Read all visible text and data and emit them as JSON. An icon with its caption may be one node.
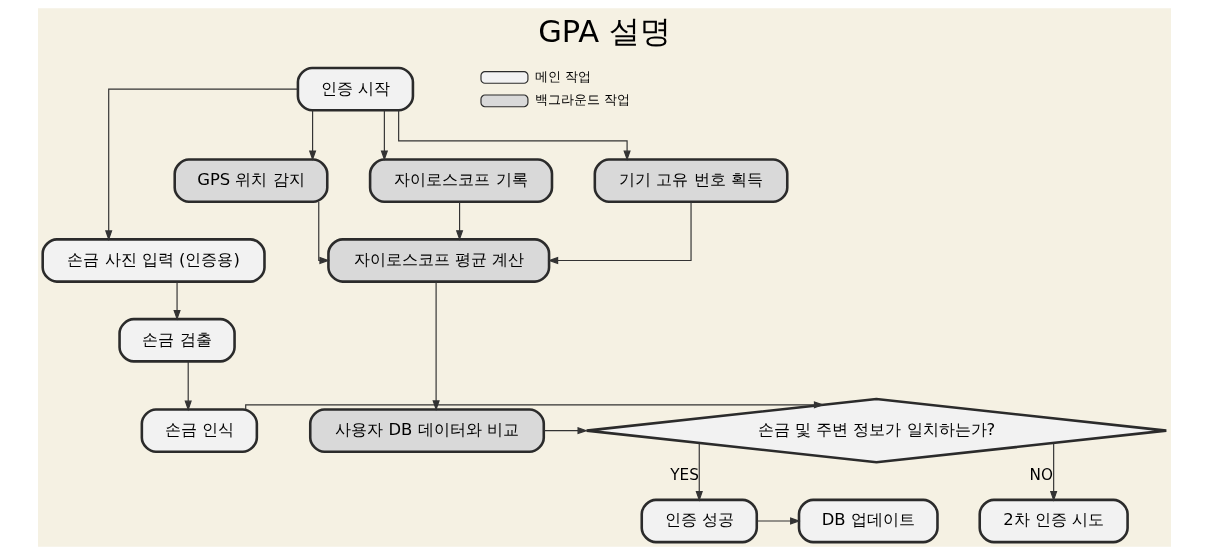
{
  "diagram": {
    "title": "GPA 설명",
    "nodes": [
      {
        "text": [
          "인증 시작"
        ]
      },
      {
        "text": [
          "손금 사진 입력 (인증용)"
        ]
      },
      {
        "text": [
          "손금 검출"
        ]
      },
      {
        "text": [
          "손금 인식"
        ]
      },
      {
        "text": [
          "GPS 위치 감지"
        ]
      },
      {
        "text": [
          "자이로스코프 기록"
        ]
      },
      {
        "text": [
          "기기 고유 번호 획득"
        ]
      },
      {
        "text": [
          "자이로스코프 평균 계산"
        ]
      },
      {
        "text": [
          "사용자 DB 데이터와 비교"
        ]
      },
      {
        "text": [
          "손금 및 주변 정보가 일치하는가?"
        ]
      },
      {
        "text": [
          "DB 업데이트"
        ]
      },
      {
        "text": [
          "인증 성공"
        ]
      },
      {
        "text": [
          "2차 인증 시도"
        ]
      }
    ],
    "edges": [
      {
        "from": 0,
        "to": 1,
        "arrow": "to"
      },
      {
        "from": 0,
        "to": 4,
        "arrow": "to"
      },
      {
        "from": 0,
        "to": 5,
        "arrow": "to"
      },
      {
        "from": 0,
        "to": 6,
        "arrow": "to"
      },
      {
        "from": 1,
        "to": 2,
        "arrow": "to"
      },
      {
        "from": 2,
        "to": 3,
        "arrow": "to"
      },
      {
        "from": 3,
        "to": 9,
        "arrow": "to"
      },
      {
        "from": 4,
        "to": 7,
        "arrow": "to"
      },
      {
        "from": 5,
        "to": 7,
        "arrow": "to"
      },
      {
        "from": 6,
        "to": 7,
        "arrow": "to"
      },
      {
        "from": 7,
        "to": 8,
        "arrow": "to"
      },
      {
        "from": 8,
        "to": 9,
        "arrow": "to"
      },
      {
        "from": 9,
        "to": 11,
        "label": "YES",
        "arrow": "to"
      },
      {
        "from": 9,
        "to": 12,
        "label": "NO",
        "arrow": "to"
      },
      {
        "from": 11,
        "to": 10,
        "arrow": "to"
      }
    ],
    "legend": [
      {
        "text": "메인 작업",
        "color": "#f2f2f2"
      },
      {
        "text": "백그라운드 작업",
        "color": "#d9d9d9"
      }
    ]
  }
}
